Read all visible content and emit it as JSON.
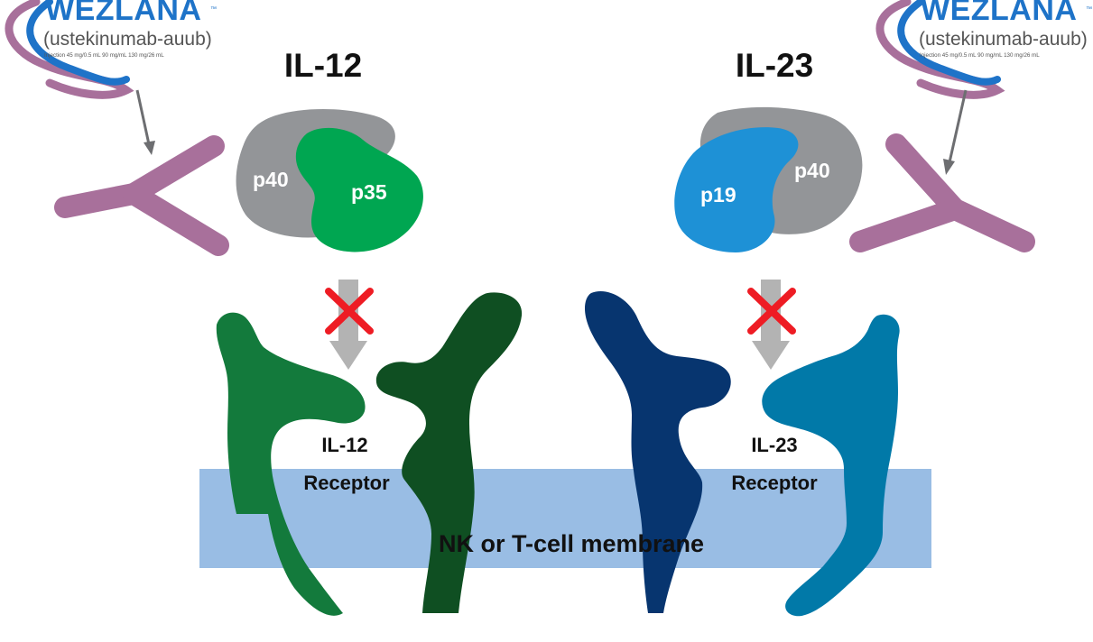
{
  "brand": {
    "name": "WEZLANA",
    "trademark": "™",
    "generic": "(ustekinumab-auub)",
    "dose": "Injection 45 mg/0.5 mL 90 mg/mL 130 mg/26 mL"
  },
  "il12": {
    "title": "IL-12",
    "subunit_a": "p40",
    "subunit_b": "p35",
    "receptor_line1": "IL-12",
    "receptor_line2": "Receptor"
  },
  "il23": {
    "title": "IL-23",
    "subunit_a": "p19",
    "subunit_b": "p40",
    "receptor_line1": "IL-23",
    "receptor_line2": "Receptor"
  },
  "membrane": {
    "label": "NK or T-cell membrane"
  },
  "colors": {
    "brand_blue": "#1e73c8",
    "ribbon_purple": "#a8709b",
    "antibody": "#a8709b",
    "p40": "#939598",
    "p35": "#00a651",
    "p19": "#1e91d6",
    "il12_receptor_light": "#137a3c",
    "il12_receptor_dark": "#0f4f22",
    "il23_receptor_dark": "#07356f",
    "il23_receptor_light": "#0179a8",
    "membrane": "#99bde4",
    "block_x": "#ee1c24",
    "arrow": "#b3b3b3"
  }
}
